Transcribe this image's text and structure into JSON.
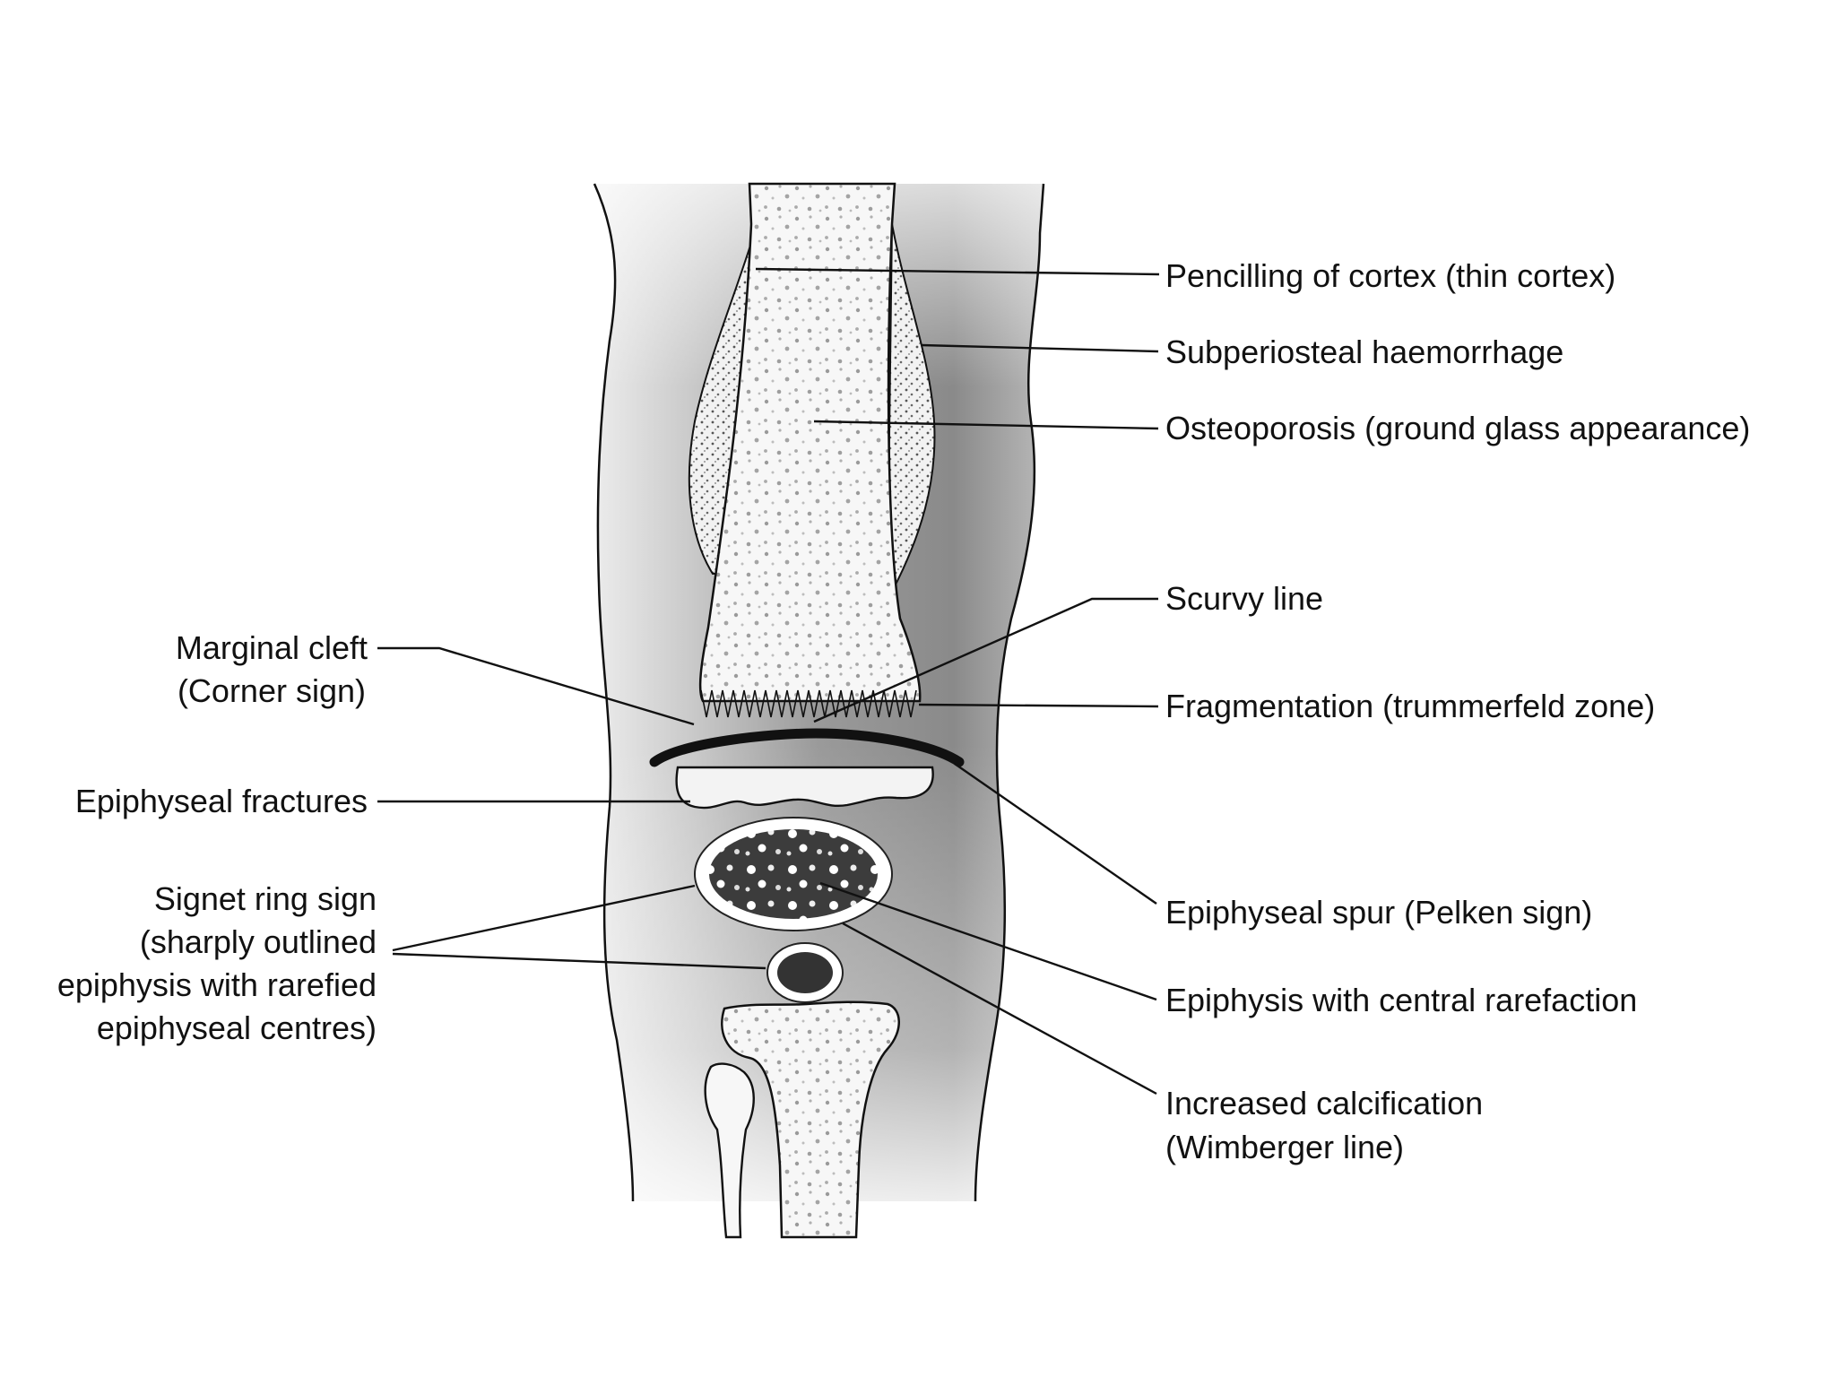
{
  "labels": {
    "pencilling": "Pencilling of cortex (thin cortex)",
    "subperiosteal": "Subperiosteal haemorrhage",
    "osteoporosis": "Osteoporosis (ground glass appearance)",
    "scurvy_line": "Scurvy line",
    "fragmentation": "Fragmentation (trummerfeld zone)",
    "pelken": "Epiphyseal spur (Pelken sign)",
    "central_rarefaction": "Epiphysis with central rarefaction",
    "wimberger": [
      "Increased calcification",
      "(Wimberger line)"
    ],
    "marginal_cleft": [
      "Marginal cleft",
      "(Corner sign)"
    ],
    "epiphyseal_fractures": "Epiphyseal fractures",
    "signet_ring": [
      "Signet ring sign",
      "(sharply outlined",
      "epiphysis with rarefied",
      "epiphyseal centres)"
    ]
  }
}
